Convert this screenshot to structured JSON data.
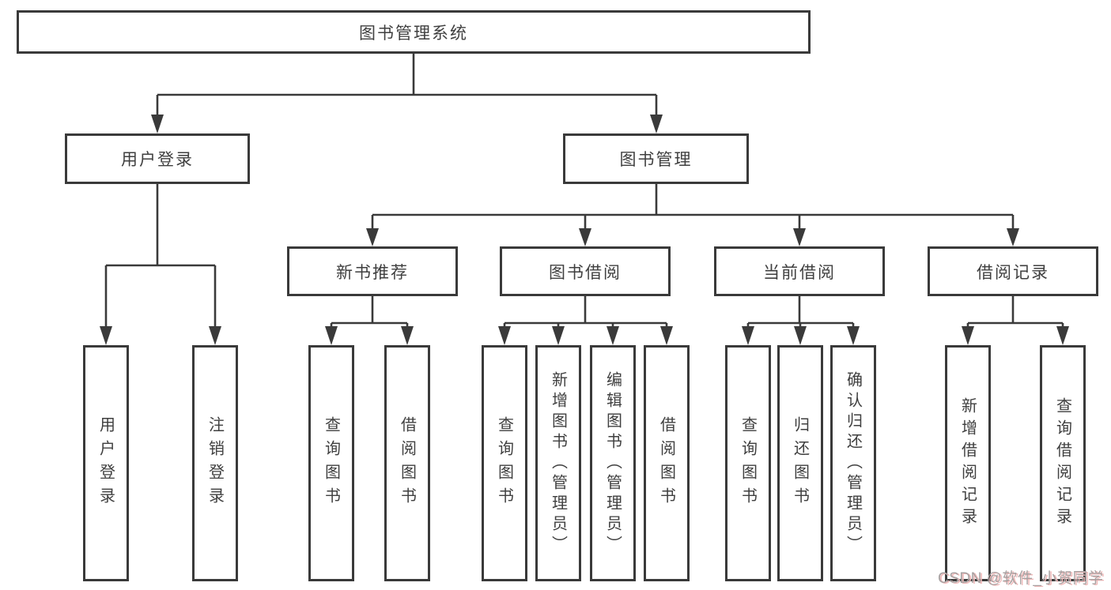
{
  "colors": {
    "line": "#3a3a3a",
    "text": "#3f3f3f",
    "watermark_gray": "#a8a1a1",
    "watermark_red": "#f0b9b9",
    "background": "#ffffff"
  },
  "tree": {
    "root": {
      "label": "图书管理系统"
    },
    "branches": [
      {
        "label": "用户登录",
        "children": [
          {
            "label": "用户登录"
          },
          {
            "label": "注销登录"
          }
        ]
      },
      {
        "label": "图书管理",
        "groups": [
          {
            "label": "新书推荐",
            "children": [
              {
                "label": "查询图书"
              },
              {
                "label": "借阅图书"
              }
            ]
          },
          {
            "label": "图书借阅",
            "children": [
              {
                "label": "查询图书"
              },
              {
                "label": "新增图书（管理员）"
              },
              {
                "label": "编辑图书（管理员）"
              },
              {
                "label": "借阅图书"
              }
            ]
          },
          {
            "label": "当前借阅",
            "children": [
              {
                "label": "查询图书"
              },
              {
                "label": "归还图书"
              },
              {
                "label": "确认归还（管理员）"
              }
            ]
          },
          {
            "label": "借阅记录",
            "children": [
              {
                "label": "新增借阅记录"
              },
              {
                "label": "查询借阅记录"
              }
            ]
          }
        ]
      }
    ]
  },
  "watermark": "CSDN @软件_小贺同学"
}
